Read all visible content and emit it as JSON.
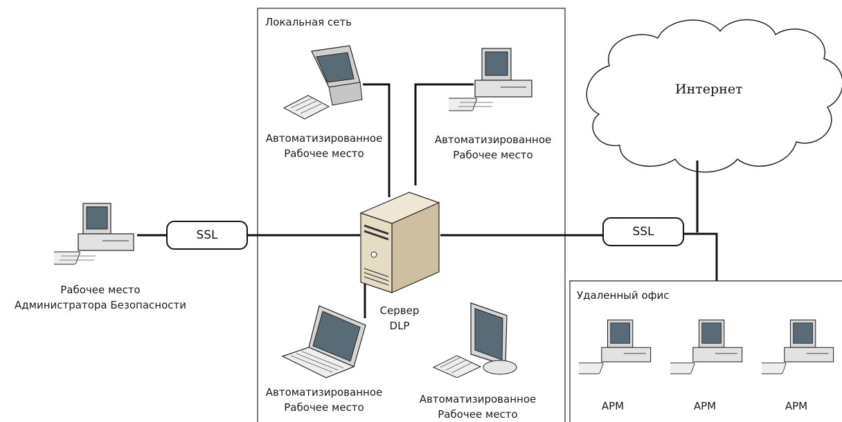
{
  "zones": {
    "local_network": "Локальная сеть",
    "remote_office": "Удаленный офис"
  },
  "cloud": {
    "label": "Интернет"
  },
  "ssl": {
    "left": "SSL",
    "right": "SSL"
  },
  "server": {
    "line1": "Сервер",
    "line2": "DLP"
  },
  "admin": {
    "line1": "Рабочее место",
    "line2": "Администратора Безопасности"
  },
  "workstations": [
    {
      "line1": "Автоматизированное",
      "line2": "Рабочее место"
    },
    {
      "line1": "Автоматизированное",
      "line2": "Рабочее место"
    },
    {
      "line1": "Автоматизированное",
      "line2": "Рабочее место"
    },
    {
      "line1": "Автоматизированное",
      "line2": "Рабочее место"
    }
  ],
  "remote_workstations": [
    "АРМ",
    "АРМ",
    "АРМ"
  ],
  "icons": [
    "desktop-computer-icon",
    "crt-monitor-icon",
    "laptop-icon",
    "lcd-monitor-icon",
    "server-tower-icon",
    "cloud-icon"
  ]
}
